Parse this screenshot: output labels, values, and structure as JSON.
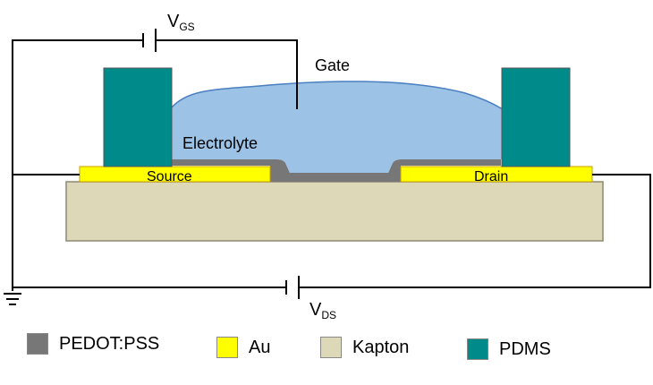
{
  "labels": {
    "vgs_main": "V",
    "vgs_sub": "GS",
    "vds_main": "V",
    "vds_sub": "DS",
    "gate": "Gate",
    "electrolyte": "Electrolyte",
    "source": "Source",
    "drain": "Drain"
  },
  "legend": [
    {
      "label": "PEDOT:PSS",
      "color": "#777777"
    },
    {
      "label": "Au",
      "color": "#ffff00"
    },
    {
      "label": "Kapton",
      "color": "#ddd8b8"
    },
    {
      "label": "PDMS",
      "color": "#008b8b"
    }
  ],
  "colors": {
    "electrolyte": "#9cc3e6",
    "electrolyte_outline": "#4a7fc0",
    "pedot": "#777777",
    "gold": "#ffff00",
    "gold_outline": "#c8a000",
    "kapton": "#ddd8b8",
    "kapton_outline": "#8e8874",
    "pdms": "#008b8b",
    "wire": "#000000"
  }
}
